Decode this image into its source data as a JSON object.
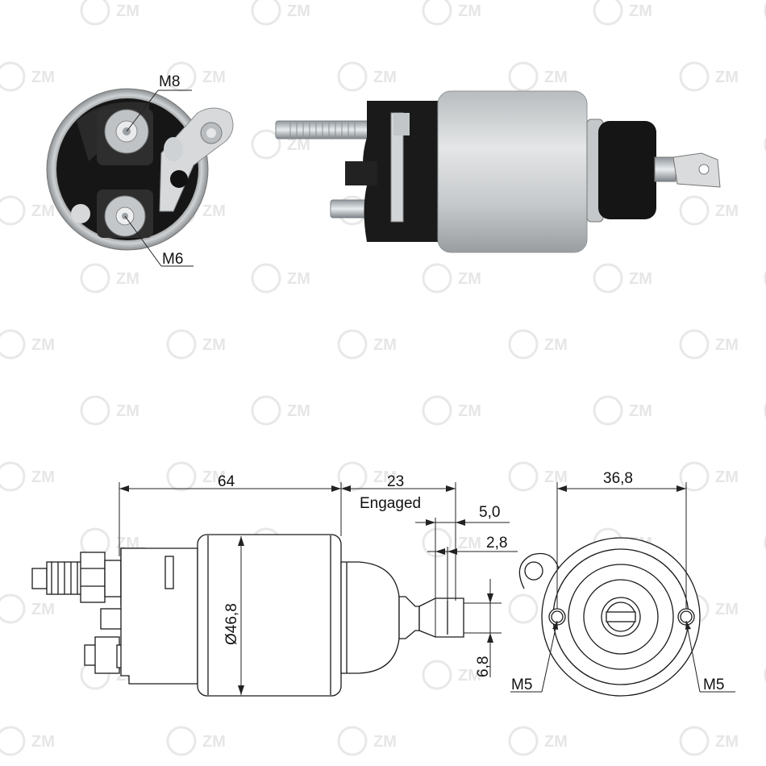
{
  "watermark": {
    "text": "ZM"
  },
  "photo_labels": {
    "thread_top": "M8",
    "thread_bottom": "M6"
  },
  "drawing_labels": {
    "length_body": "64",
    "length_plunger": "23",
    "engaged": "Engaged",
    "stroke_a": "5,0",
    "stroke_b": "2,8",
    "diameter": "Ø46,8",
    "eye_width": "6,8",
    "hole_spacing": "36,8",
    "mount_left": "M5",
    "mount_right": "M5"
  },
  "colors": {
    "body_silver": "#c9ccce",
    "cap_black": "#1b1b1b",
    "line": "#1a1a1a"
  }
}
